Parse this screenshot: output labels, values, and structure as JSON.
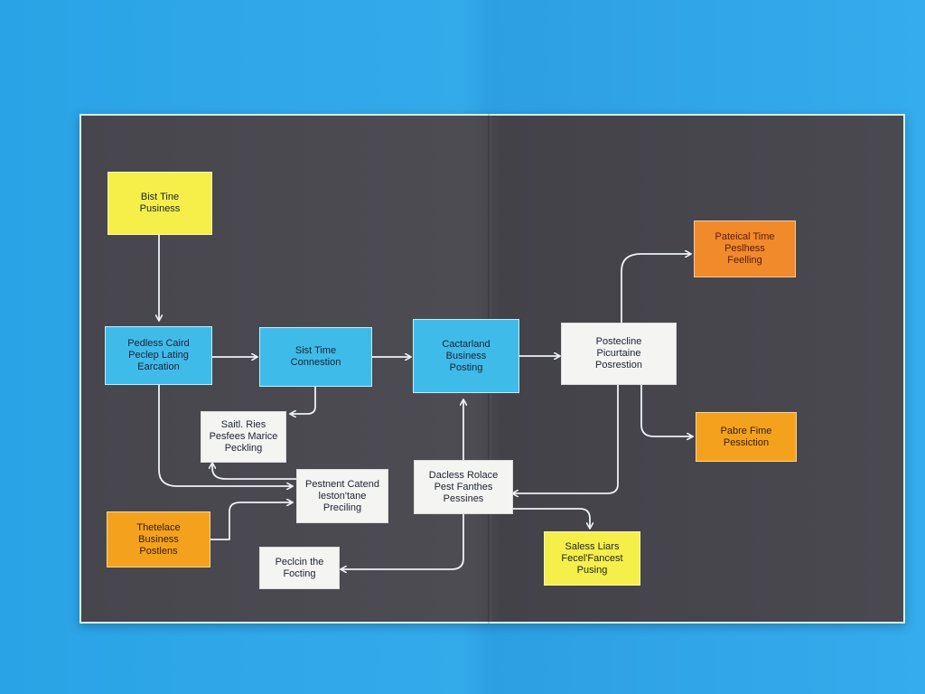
{
  "diagram": {
    "nodes": {
      "n1": {
        "text": "Bist Tine\nPusiness",
        "color": "yellow"
      },
      "n2": {
        "text": "Pedless Caird\nPeclep Lating\nEarcation",
        "color": "blue"
      },
      "n3": {
        "text": "Sist Time\nConnestion",
        "color": "blue"
      },
      "n4": {
        "text": "Cactarland\nBusiness\nPosting",
        "color": "blue"
      },
      "n5": {
        "text": "Postecline\nPicurtaine\nPosrestion",
        "color": "white"
      },
      "n6": {
        "text": "Pateical Time\nPeslhess\nFeelling",
        "color": "orange"
      },
      "n7": {
        "text": "Saitl. Ries\nPesfees Marice\nPeckling",
        "color": "white"
      },
      "n8": {
        "text": "Pestnent Catend\nleston'tane\nPreciling",
        "color": "white"
      },
      "n9": {
        "text": "Dacless Rolace\nPest Fanthes\nPessines",
        "color": "white"
      },
      "n10": {
        "text": "Pabre Fime\nPessiction",
        "color": "amber"
      },
      "n11": {
        "text": "Thetelace\nBusiness\nPostlens",
        "color": "amber"
      },
      "n12": {
        "text": "Peclcin the\nFocting",
        "color": "white"
      },
      "n13": {
        "text": "Saless Liars\nFecel'Fancest\nPusing",
        "color": "yellow"
      }
    },
    "edges": [
      {
        "from": "n1",
        "to": "n2"
      },
      {
        "from": "n2",
        "to": "n3"
      },
      {
        "from": "n3",
        "to": "n4"
      },
      {
        "from": "n4",
        "to": "n5"
      },
      {
        "from": "n5",
        "to": "n6"
      },
      {
        "from": "n5",
        "to": "n10"
      },
      {
        "from": "n3",
        "to": "n7"
      },
      {
        "from": "n2",
        "to": "n8"
      },
      {
        "from": "n8",
        "to": "n7"
      },
      {
        "from": "n11",
        "to": "n8"
      },
      {
        "from": "n9",
        "to": "n4"
      },
      {
        "from": "n9",
        "to": "n12"
      },
      {
        "from": "n9",
        "to": "n13"
      },
      {
        "from": "n5",
        "to": "n9"
      }
    ],
    "colors": {
      "background": "#2ea6e8",
      "board": "#48474e",
      "connector": "#eef2f5",
      "yellow": "#f6ef4a",
      "blue": "#3fbbea",
      "orange": "#f08a2a",
      "amber": "#f4a21e",
      "white": "#f4f4f2"
    }
  }
}
